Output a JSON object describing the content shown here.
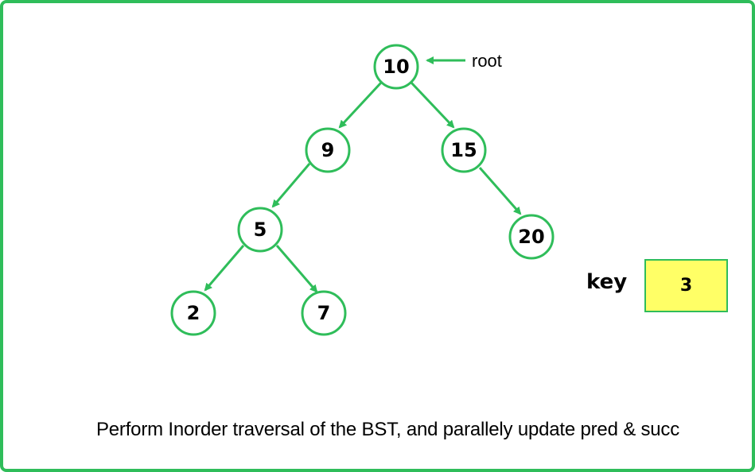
{
  "colors": {
    "accent": "#2fbd5a",
    "key_fill": "#ffff66",
    "text": "#000000"
  },
  "root_label": "root",
  "nodes": {
    "n10": "10",
    "n9": "9",
    "n15": "15",
    "n5": "5",
    "n20": "20",
    "n2": "2",
    "n7": "7"
  },
  "edges": [
    [
      "10",
      "9"
    ],
    [
      "10",
      "15"
    ],
    [
      "9",
      "5"
    ],
    [
      "15",
      "20"
    ],
    [
      "5",
      "2"
    ],
    [
      "5",
      "7"
    ]
  ],
  "key": {
    "label": "key",
    "value": "3"
  },
  "caption": "Perform Inorder traversal of the BST, and parallely update pred & succ"
}
